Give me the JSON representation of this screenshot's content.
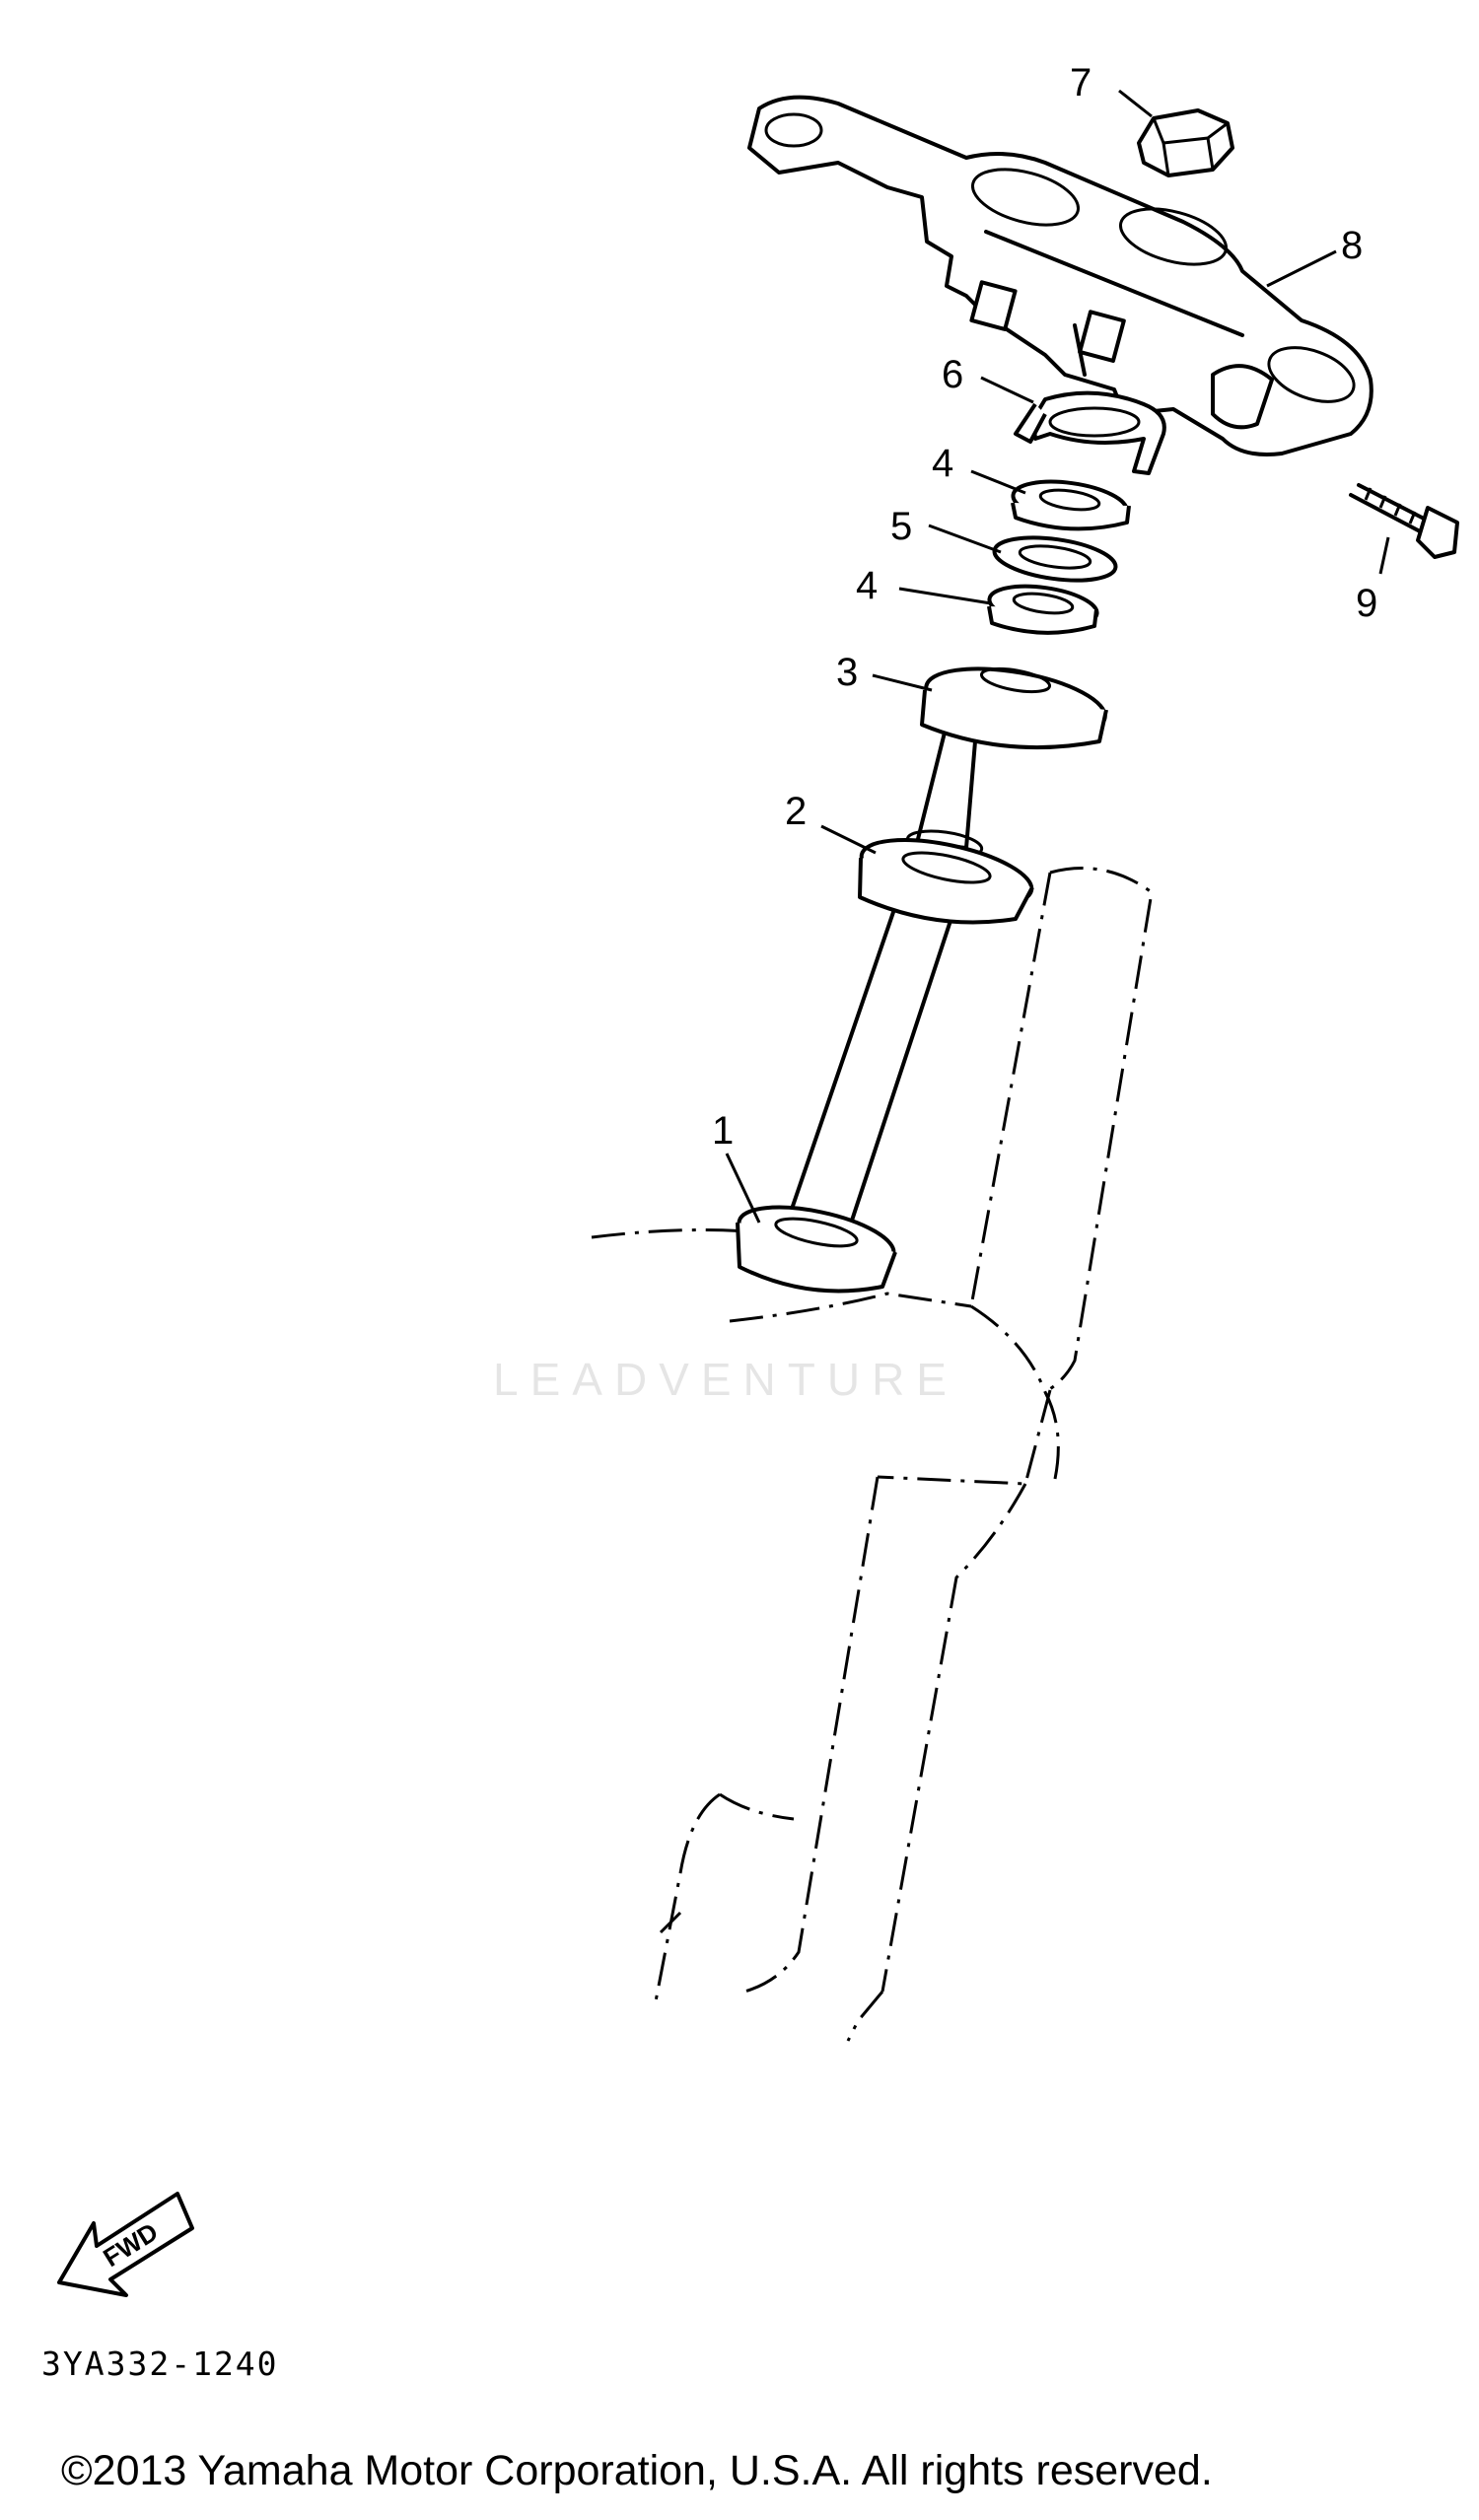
{
  "diagram": {
    "callouts": [
      {
        "id": "7",
        "label": "7"
      },
      {
        "id": "8",
        "label": "8"
      },
      {
        "id": "6",
        "label": "6"
      },
      {
        "id": "4a",
        "label": "4"
      },
      {
        "id": "5",
        "label": "5"
      },
      {
        "id": "4b",
        "label": "4"
      },
      {
        "id": "3",
        "label": "3"
      },
      {
        "id": "9",
        "label": "9"
      },
      {
        "id": "2",
        "label": "2"
      },
      {
        "id": "1",
        "label": "1"
      }
    ],
    "fwd_label": "FWD",
    "diagram_code": "3YA332-1240",
    "watermark": "LEADVENTURE",
    "copyright": "©2013 Yamaha Motor Corporation, U.S.A. All rights reserved."
  }
}
